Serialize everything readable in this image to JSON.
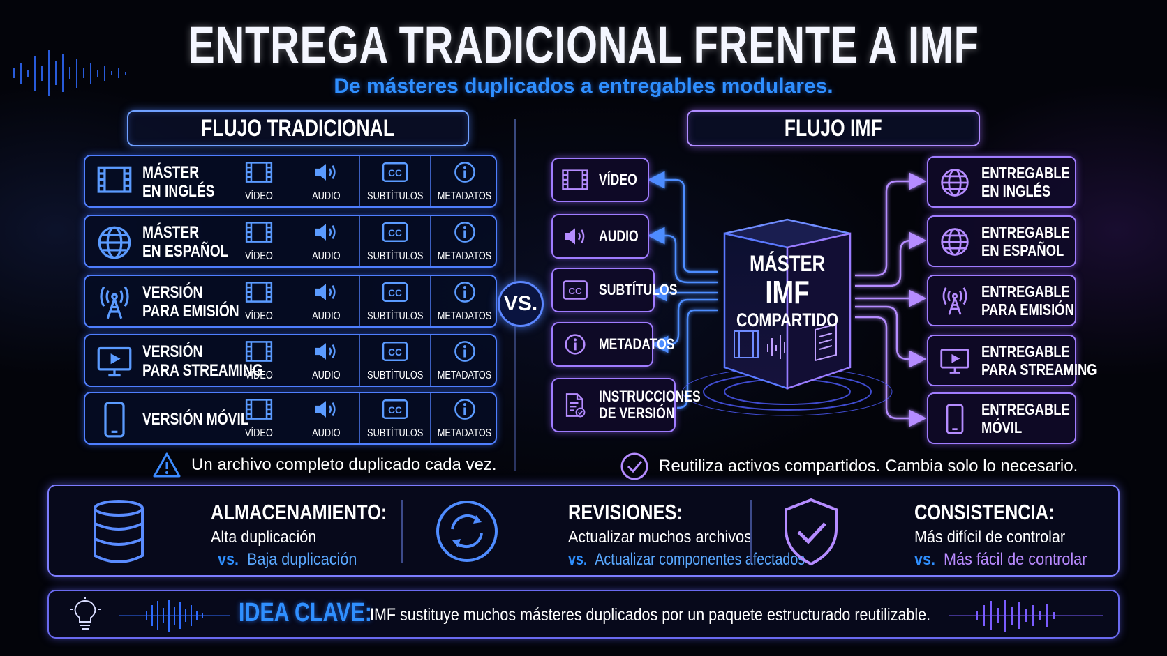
{
  "title": "ENTREGA TRADICIONAL FRENTE A IMF",
  "subtitle": "De másteres duplicados a entregables modulares.",
  "traditional": {
    "header": "FLUJO TRADICIONAL",
    "rows": [
      {
        "name_line1": "MÁSTER",
        "name_line2": "EN INGLÉS",
        "icon": "film-icon"
      },
      {
        "name_line1": "MÁSTER",
        "name_line2": "EN ESPAÑOL",
        "icon": "globe-icon"
      },
      {
        "name_line1": "VERSIÓN",
        "name_line2": "PARA EMISIÓN",
        "icon": "broadcast-tower-icon"
      },
      {
        "name_line1": "VERSIÓN",
        "name_line2": "PARA STREAMING",
        "icon": "monitor-play-icon"
      },
      {
        "name_line1": "VERSIÓN MÓVIL",
        "name_line2": "",
        "icon": "smartphone-icon"
      }
    ],
    "cells": [
      "VÍDEO",
      "AUDIO",
      "SUBTÍTULOS",
      "METADATOS"
    ],
    "note": "Un archivo completo duplicado cada vez."
  },
  "vs_label": "VS.",
  "imf": {
    "header": "FLUJO IMF",
    "inputs": [
      {
        "line1": "VÍDEO",
        "line2": "",
        "icon": "film-icon"
      },
      {
        "line1": "AUDIO",
        "line2": "",
        "icon": "speaker-icon"
      },
      {
        "line1": "SUBTÍTULOS",
        "line2": "",
        "icon": "cc-icon"
      },
      {
        "line1": "METADATOS",
        "line2": "",
        "icon": "info-icon"
      },
      {
        "line1": "INSTRUCCIONES",
        "line2": "DE VERSIÓN",
        "icon": "document-check-icon"
      }
    ],
    "cube": {
      "line1": "MÁSTER",
      "line2": "IMF",
      "line3": "COMPARTIDO"
    },
    "outputs": [
      {
        "line1": "ENTREGABLE",
        "line2": "EN INGLÉS",
        "icon": "globe-icon"
      },
      {
        "line1": "ENTREGABLE",
        "line2": "EN ESPAÑOL",
        "icon": "globe-icon"
      },
      {
        "line1": "ENTREGABLE",
        "line2": "PARA EMISIÓN",
        "icon": "broadcast-tower-icon"
      },
      {
        "line1": "ENTREGABLE",
        "line2": "PARA STREAMING",
        "icon": "monitor-play-icon"
      },
      {
        "line1": "ENTREGABLE",
        "line2": "MÓVIL",
        "icon": "smartphone-icon"
      }
    ],
    "note": "Reutiliza activos compartidos. Cambia solo lo necesario."
  },
  "comparison": [
    {
      "title": "ALMACENAMIENTO:",
      "traditional": "Alta duplicación",
      "vs": "vs.",
      "imf": "Baja duplicación",
      "icon": "database-icon"
    },
    {
      "title": "REVISIONES:",
      "traditional": "Actualizar muchos archivos",
      "vs": "vs.",
      "imf": "Actualizar componentes afectados",
      "icon": "refresh-icon"
    },
    {
      "title": "CONSISTENCIA:",
      "traditional": "Más difícil de controlar",
      "vs": "vs.",
      "imf": "Más fácil de controlar",
      "icon": "shield-check-icon"
    }
  ],
  "key_idea": {
    "label": "IDEA CLAVE:",
    "text": "IMF sustituye muchos másteres duplicados por un paquete estructurado reutilizable."
  },
  "colors": {
    "blue_accent": "#2f8fff",
    "purple_accent": "#a07cff",
    "traditional_border": "#4f7fff"
  }
}
